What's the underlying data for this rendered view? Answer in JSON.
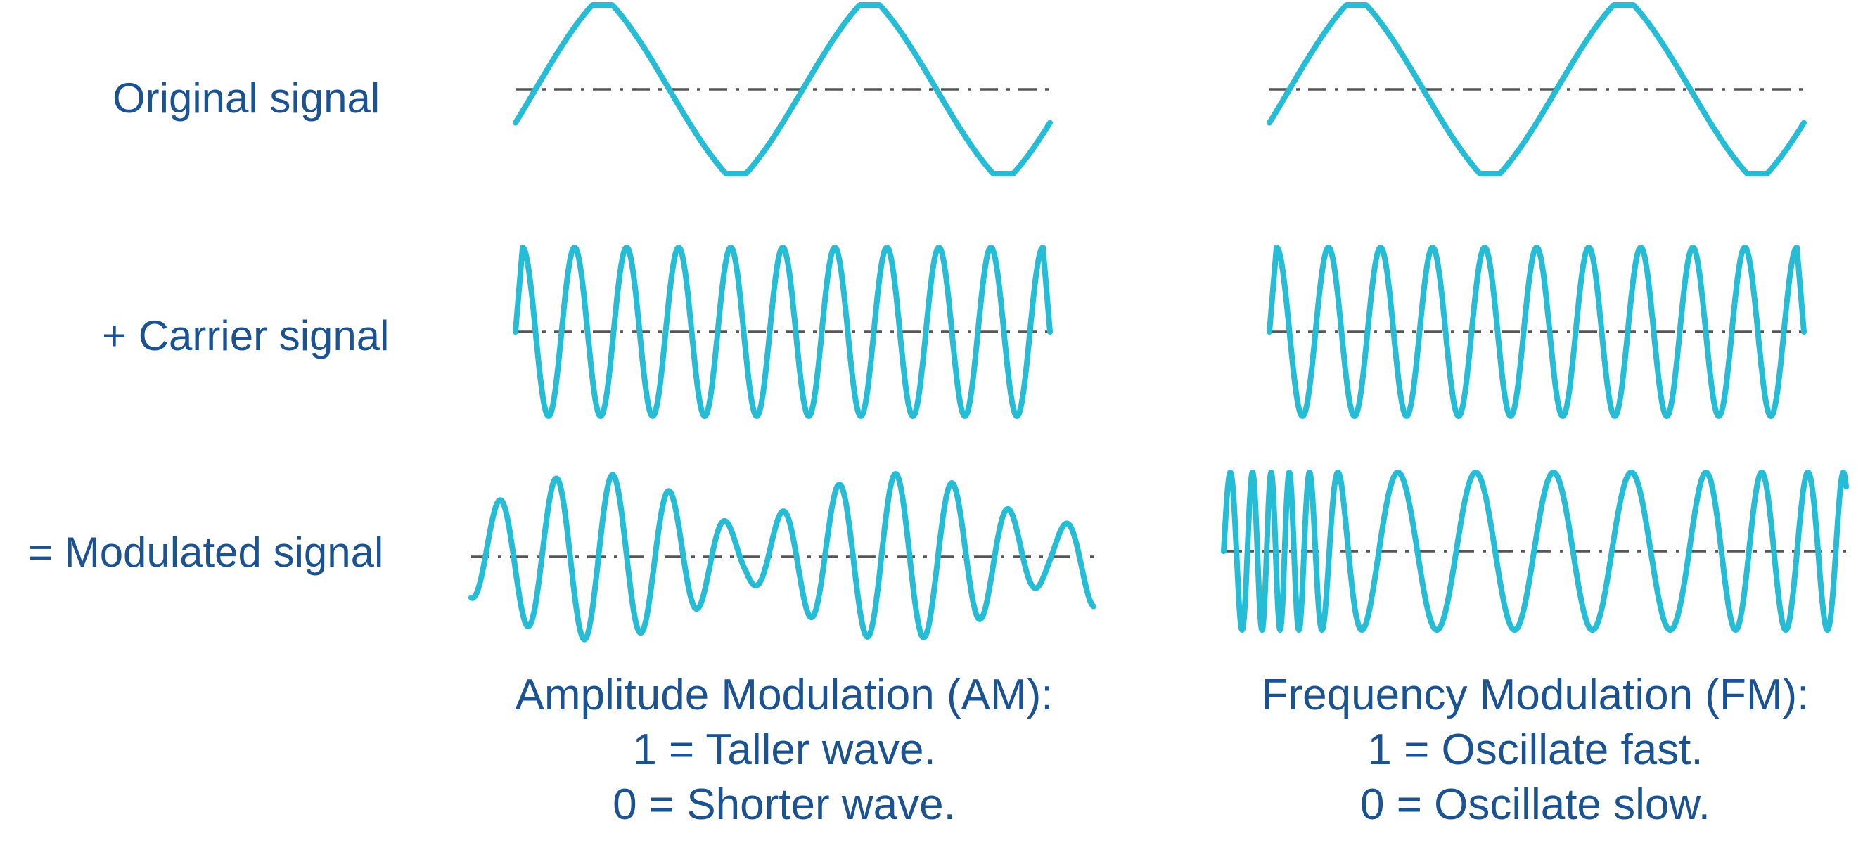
{
  "rows": {
    "original_label": "Original signal",
    "carrier_label": "+ Carrier signal",
    "modulated_label": "= Modulated signal"
  },
  "captions": {
    "am": {
      "title": "Amplitude Modulation (AM):",
      "one": "1 = Taller wave.",
      "zero": "0 = Shorter wave."
    },
    "fm": {
      "title": "Frequency Modulation (FM):",
      "one": "1 = Oscillate fast.",
      "zero": "0 = Oscillate slow."
    }
  },
  "colors": {
    "text": "#1b5291",
    "wave": "#27bcd6",
    "axis": "#555555"
  }
}
